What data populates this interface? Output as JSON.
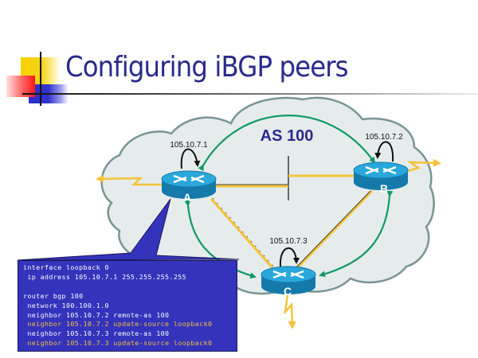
{
  "slide": {
    "title": "Configuring iBGP peers"
  },
  "diagram": {
    "as_label": "AS 100",
    "colors": {
      "cloud_fill": "#e6ecec",
      "cloud_stroke": "#7a9494",
      "link": "#f6c23a",
      "peering_arrow": "#119966",
      "router_top": "#2aa8dc",
      "router_side": "#157aaa",
      "callout": "#3333bb",
      "title": "#2a2a8c",
      "highlight_text": "#f6c040"
    },
    "routers": [
      {
        "id": "A",
        "label": "A",
        "loopback_ip": "105.10.7.1"
      },
      {
        "id": "B",
        "label": "B",
        "loopback_ip": "105.10.7.2"
      },
      {
        "id": "C",
        "label": "C",
        "loopback_ip": "105.10.7.3"
      }
    ],
    "ibgp_sessions": [
      {
        "from": "A",
        "to": "B"
      },
      {
        "from": "A",
        "to": "C"
      },
      {
        "from": "B",
        "to": "C"
      }
    ]
  },
  "config": {
    "lines": [
      {
        "text": "interface loopback 0",
        "highlight": false
      },
      {
        "text": " ip address 105.10.7.1 255.255.255.255",
        "highlight": false
      },
      {
        "text": " ",
        "highlight": false
      },
      {
        "text": "router bgp 100",
        "highlight": false
      },
      {
        "text": " network 100.100.1.0",
        "highlight": false
      },
      {
        "text": " neighbor 105.10.7.2 remote-as 100",
        "highlight": false
      },
      {
        "text": " neighbor 105.10.7.2 update-source loopback0",
        "highlight": true
      },
      {
        "text": " neighbor 105.10.7.3 remote-as 100",
        "highlight": false
      },
      {
        "text": " neighbor 105.10.7.3 update-source loopback0",
        "highlight": true
      }
    ]
  }
}
